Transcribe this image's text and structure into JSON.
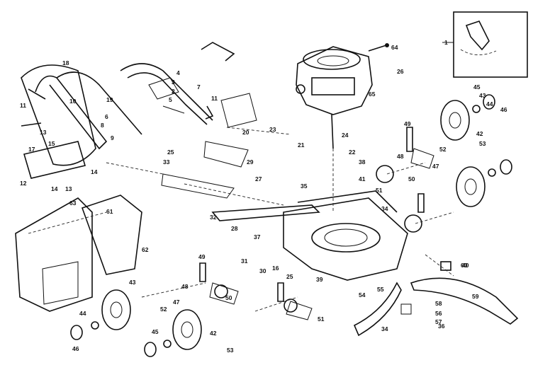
{
  "header_lines": [
    "",
    "",
    ""
  ],
  "footer_note": "",
  "callouts": [
    {
      "label": "1"
    },
    {
      "label": "2"
    },
    {
      "label": "3"
    },
    {
      "label": "4"
    },
    {
      "label": "5"
    },
    {
      "label": "6"
    },
    {
      "label": "7"
    },
    {
      "label": "8"
    },
    {
      "label": "9"
    },
    {
      "label": "10"
    },
    {
      "label": "11"
    },
    {
      "label": "11"
    },
    {
      "label": "12"
    },
    {
      "label": "13"
    },
    {
      "label": "13"
    },
    {
      "label": "14"
    },
    {
      "label": "14"
    },
    {
      "label": "15"
    },
    {
      "label": "16"
    },
    {
      "label": "17"
    },
    {
      "label": "18"
    },
    {
      "label": "19"
    },
    {
      "label": "20"
    },
    {
      "label": "21"
    },
    {
      "label": "22"
    },
    {
      "label": "23"
    },
    {
      "label": "24"
    },
    {
      "label": "25"
    },
    {
      "label": "25"
    },
    {
      "label": "26"
    },
    {
      "label": "27"
    },
    {
      "label": "28"
    },
    {
      "label": "29"
    },
    {
      "label": "30"
    },
    {
      "label": "31"
    },
    {
      "label": "32"
    },
    {
      "label": "33"
    },
    {
      "label": "34"
    },
    {
      "label": "34"
    },
    {
      "label": "35"
    },
    {
      "label": "36"
    },
    {
      "label": "37"
    },
    {
      "label": "38"
    },
    {
      "label": "39"
    },
    {
      "label": "40"
    },
    {
      "label": "41"
    },
    {
      "label": "42"
    },
    {
      "label": "42"
    },
    {
      "label": "43"
    },
    {
      "label": "43"
    },
    {
      "label": "44"
    },
    {
      "label": "44"
    },
    {
      "label": "45"
    },
    {
      "label": "45"
    },
    {
      "label": "46"
    },
    {
      "label": "46"
    },
    {
      "label": "47"
    },
    {
      "label": "47"
    },
    {
      "label": "48"
    },
    {
      "label": "48"
    },
    {
      "label": "49"
    },
    {
      "label": "49"
    },
    {
      "label": "50"
    },
    {
      "label": "50"
    },
    {
      "label": "51"
    },
    {
      "label": "51"
    },
    {
      "label": "52"
    },
    {
      "label": "52"
    },
    {
      "label": "53"
    },
    {
      "label": "53"
    },
    {
      "label": "54"
    },
    {
      "label": "55"
    },
    {
      "label": "56"
    },
    {
      "label": "57"
    },
    {
      "label": "58"
    },
    {
      "label": "59"
    },
    {
      "label": "60"
    },
    {
      "label": "61"
    },
    {
      "label": "62"
    },
    {
      "label": "63"
    },
    {
      "label": "64"
    },
    {
      "label": "65"
    }
  ]
}
